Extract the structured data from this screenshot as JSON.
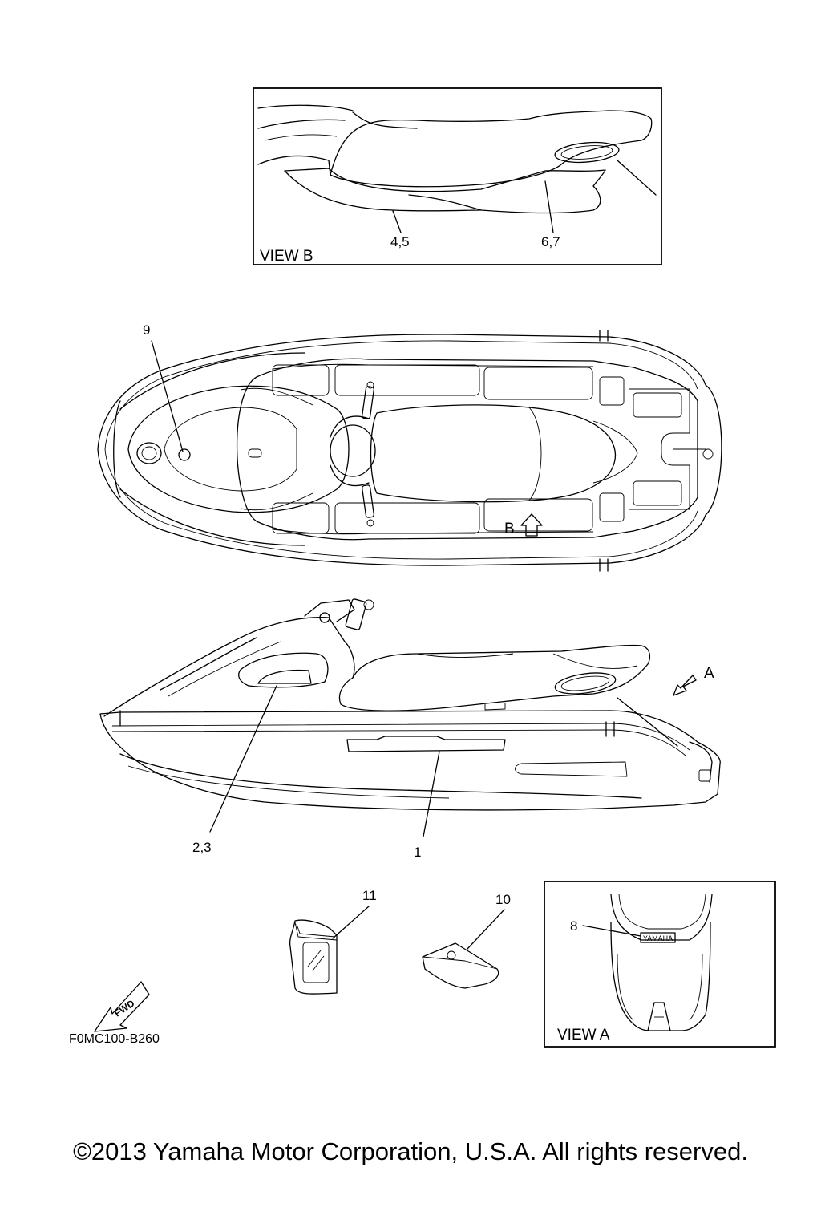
{
  "view_b": {
    "label": "VIEW B",
    "callouts": [
      "4,5",
      "6,7"
    ]
  },
  "top_view": {
    "callout": "9",
    "arrow_label": "B"
  },
  "side_view": {
    "callouts": [
      "2,3",
      "1"
    ],
    "arrow_label": "A"
  },
  "parts": {
    "callout_11": "11",
    "callout_10": "10"
  },
  "view_a": {
    "label": "VIEW A",
    "callout": "8",
    "badge": "YAMAHA"
  },
  "fwd": {
    "label": "FWD"
  },
  "diagram_code": "F0MC100-B260",
  "copyright": "©2013 Yamaha Motor Corporation, U.S.A. All rights reserved."
}
